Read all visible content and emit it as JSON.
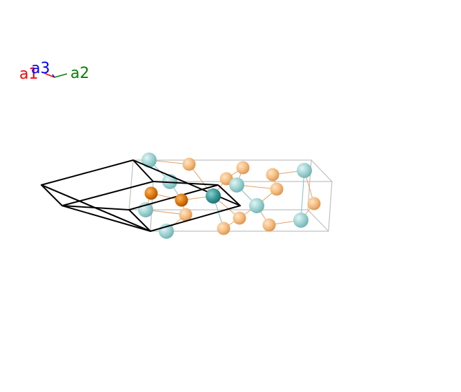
{
  "axes": {
    "a1": {
      "label": "a1",
      "color": "#ff0000"
    },
    "a2": {
      "label": "a2",
      "color": "#008000"
    },
    "a3": {
      "label": "a3",
      "color": "#0000ff"
    }
  },
  "colors": {
    "primitive_cell": "#000000",
    "conventional_cell": "#c0c0c0",
    "atom_teal_light": "#9fd3d3",
    "atom_teal_dark": "#3a9a9c",
    "atom_orange_light": "#f7c083",
    "atom_orange_dark": "#e07a10",
    "bond_orange": "#e2a066",
    "bond_teal": "#7fbcbc"
  },
  "atom_species": [
    {
      "name": "teal-atom",
      "icon": "sphere"
    },
    {
      "name": "orange-atom",
      "icon": "sphere"
    }
  ]
}
